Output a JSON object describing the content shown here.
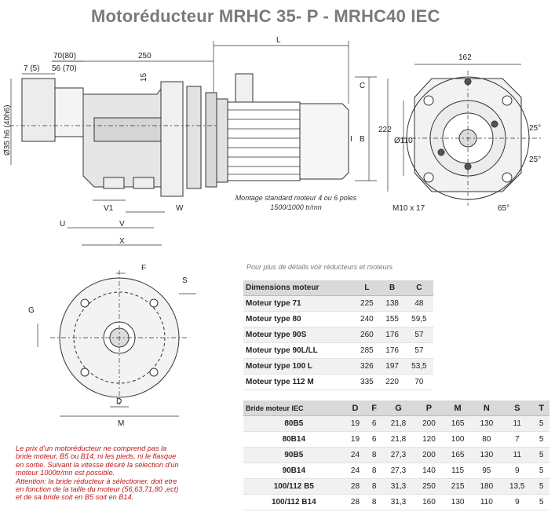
{
  "title": "Motoréducteur  MRHC 35- P - MRHC40    IEC",
  "drawing_labels": {
    "dim_70_80": "70(80)",
    "dim_250": "250",
    "dim_7_5": "7 (5)",
    "dim_56_70": "56 (70)",
    "dim_15": "15",
    "shaft_diameter": "Ø35 h6 (40h6)",
    "L": "L",
    "C": "C",
    "B": "B",
    "I": "I",
    "dim_222": "222",
    "dim_162": "162",
    "dim_110": "Ø110",
    "angle_25_top": "25°",
    "angle_25_bottom": "25°",
    "angle_65": "65°",
    "thread": "M10 x 17",
    "V1": "V1",
    "W": "W",
    "U": "U",
    "V": "V",
    "X": "X",
    "F": "F",
    "S": "S",
    "G": "G",
    "D": "D",
    "M": "M"
  },
  "motor_note": "Montage standard moteur 4 ou 6 poles 1500/1000 tr/mn",
  "details_note": "Pour plus de détails voir réducteurs et moteurs",
  "motor_table": {
    "headers": [
      "Dimensions  moteur",
      "L",
      "B",
      "C"
    ],
    "rows": [
      [
        "Moteur type 71",
        "225",
        "138",
        "48"
      ],
      [
        "Moteur type 80",
        "240",
        "155",
        "59,5"
      ],
      [
        "Moteur type 90S",
        "260",
        "176",
        "57"
      ],
      [
        "Moteur type 90L/LL",
        "285",
        "176",
        "57"
      ],
      [
        "Moteur type 100 L",
        "326",
        "197",
        "53,5"
      ],
      [
        "Moteur type 112 M",
        "335",
        "220",
        "70"
      ]
    ]
  },
  "flange_table": {
    "headers": [
      "Bride moteur IEC",
      "D",
      "F",
      "G",
      "P",
      "M",
      "N",
      "S",
      "T"
    ],
    "rows": [
      [
        "80B5",
        "19",
        "6",
        "21,8",
        "200",
        "165",
        "130",
        "11",
        "5"
      ],
      [
        "80B14",
        "19",
        "6",
        "21,8",
        "120",
        "100",
        "80",
        "7",
        "5"
      ],
      [
        "90B5",
        "24",
        "8",
        "27,3",
        "200",
        "165",
        "130",
        "11",
        "5"
      ],
      [
        "90B14",
        "24",
        "8",
        "27,3",
        "140",
        "115",
        "95",
        "9",
        "5"
      ],
      [
        "100/112 B5",
        "28",
        "8",
        "31,3",
        "250",
        "215",
        "180",
        "13,5",
        "5"
      ],
      [
        "100/112 B14",
        "28",
        "8",
        "31,3",
        "160",
        "130",
        "110",
        "9",
        "5"
      ]
    ]
  },
  "warning_text": [
    "Le  prix d'un motoréducteur ne comprend  pas la",
    "bride moteur, B5 ou B14, ni les pieds, ni le flasque",
    "en sortie. Suivant la vitesse désiré  la sélection d'un",
    "moteur 1000tr/mn est  possible.",
    "Attention: la bride réducteur à sélectioner, doit etre",
    "en fonction de la taille du moteur (56,63,71,80 ,ect)",
    "et de sa bride soit en B5 soit en B14."
  ]
}
